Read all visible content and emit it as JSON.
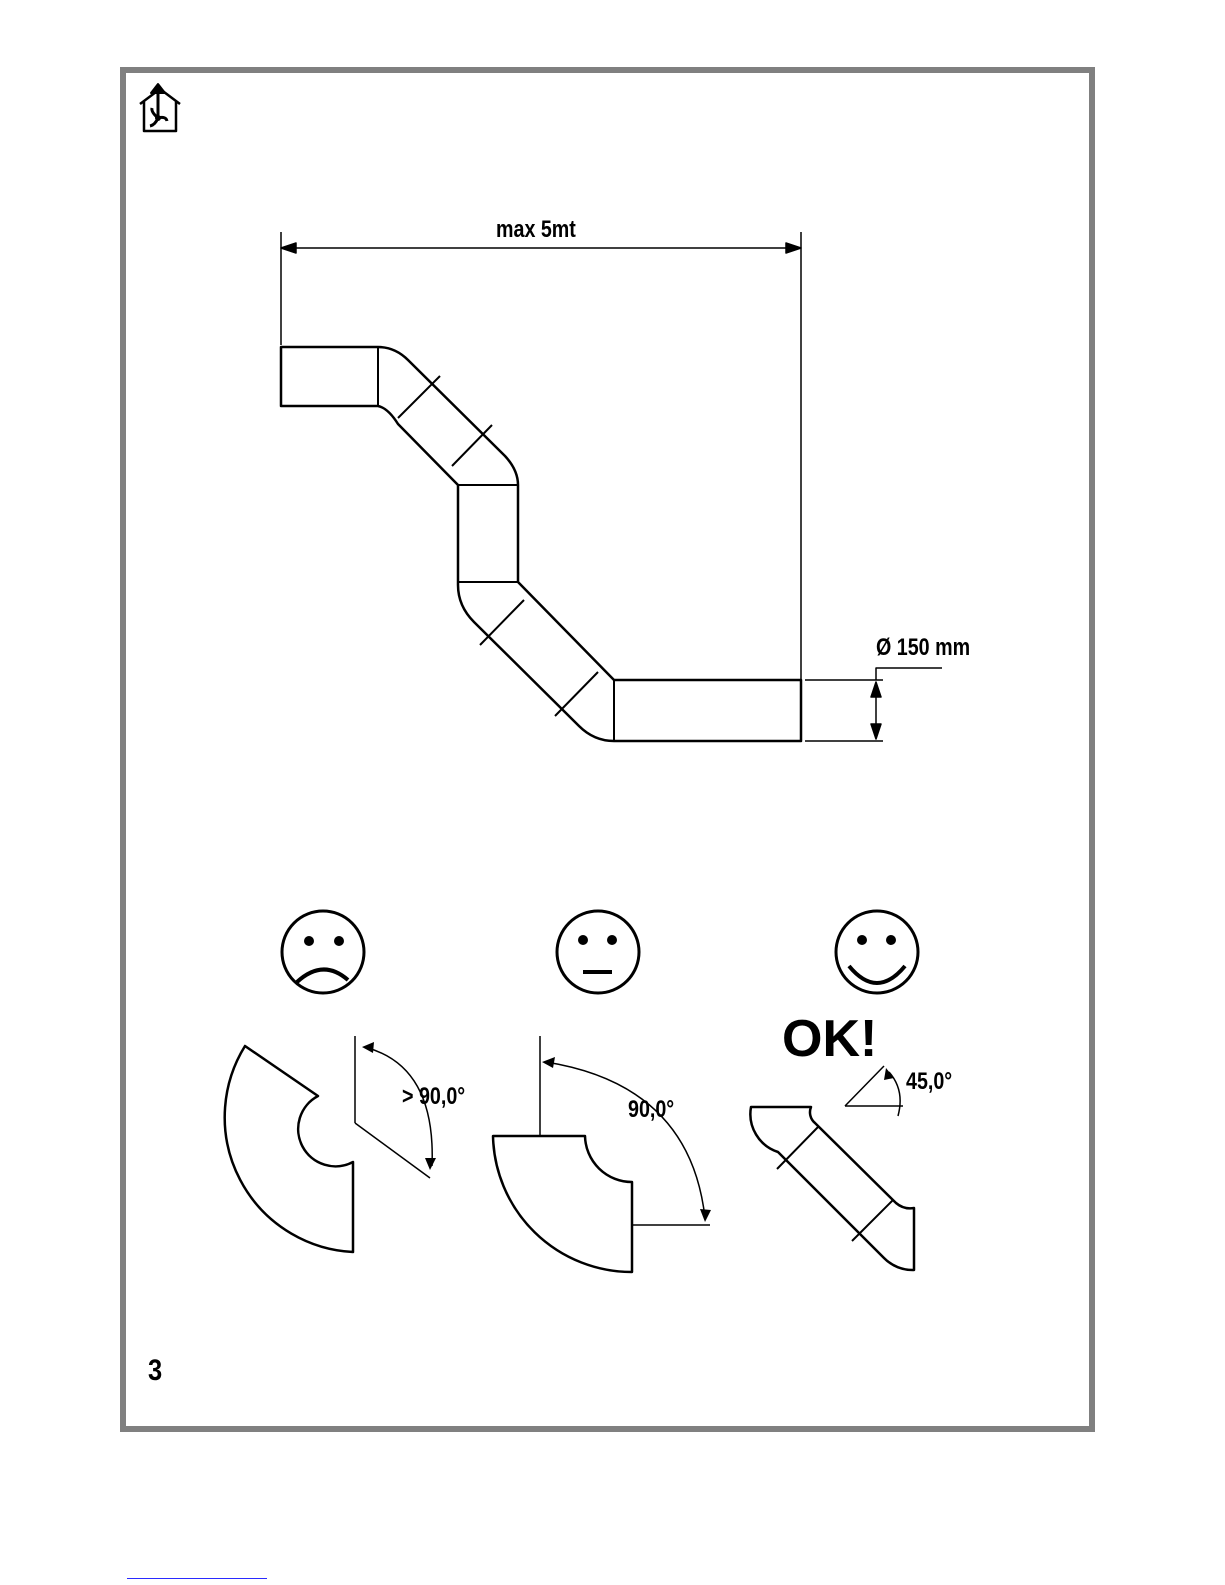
{
  "diagram": {
    "max_length_label": "max 5mt",
    "diameter_label": "Ø 150 mm",
    "bends": [
      {
        "mood": "sad",
        "angle_label": "> 90,0°"
      },
      {
        "mood": "neutral",
        "angle_label": "90,0°"
      },
      {
        "mood": "happy",
        "angle_label": "45,0°",
        "verdict_label": "OK!"
      }
    ]
  },
  "icons": {
    "header": "house-extraction-fan-icon"
  },
  "page_number": "3",
  "colors": {
    "frame": "#808080",
    "ink": "#000000",
    "link": "#2a2aff"
  }
}
